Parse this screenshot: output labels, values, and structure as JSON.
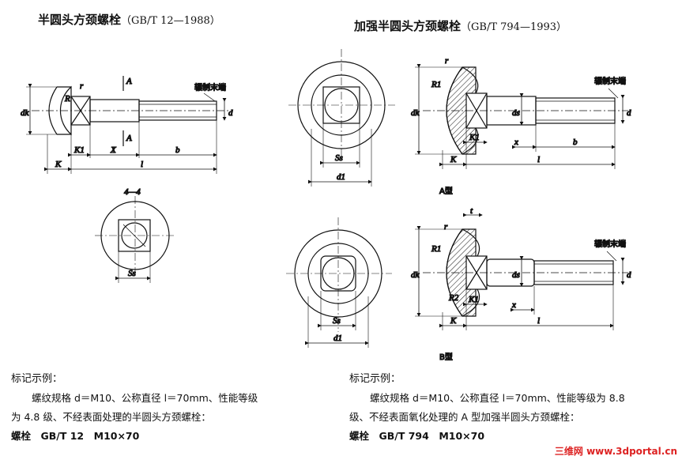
{
  "left": {
    "title": "半圆头方颈螺栓",
    "standard": "（GB/T 12—1988）",
    "section_label": "4—4",
    "labels": {
      "A_top": "A",
      "A_bot": "A",
      "r": "r",
      "R": "R",
      "dk": "dk",
      "d": "d",
      "K1": "K1",
      "X": "X",
      "b": "b",
      "K": "K",
      "l": "l",
      "Ss": "Ss",
      "thread_end": "辗制末端"
    },
    "note": {
      "heading": "标记示例：",
      "line1": "螺纹规格 d＝M10、公称直径 l＝70mm、性能等级",
      "line2": "为 4.8 级、不经表面处理的半圆头方颈螺栓：",
      "line3": "螺栓　GB/T 12　M10×70"
    }
  },
  "right": {
    "title": "加强半圆头方颈螺栓",
    "standard": "（GB/T 794—1993）",
    "typeA": "A型",
    "typeB": "B型",
    "labels": {
      "r": "r",
      "R1": "R1",
      "R2": "R2",
      "dk": "dk",
      "ds": "ds",
      "d": "d",
      "K1": "K1",
      "x": "x",
      "b": "b",
      "K": "K",
      "l": "l",
      "t": "t",
      "Ss": "Ss",
      "d1": "d1",
      "thread_end": "辗制末端"
    },
    "note": {
      "heading": "标记示例：",
      "line1": "螺纹规格 d＝M10、公称直径 l＝70mm、性能等级为 8.8",
      "line2": "级、不经表面氧化处理的 A 型加强半圆头方颈螺栓：",
      "line3": "螺栓　GB/T 794　M10×70"
    }
  },
  "watermark": "三维网 www.3dportal.cn"
}
